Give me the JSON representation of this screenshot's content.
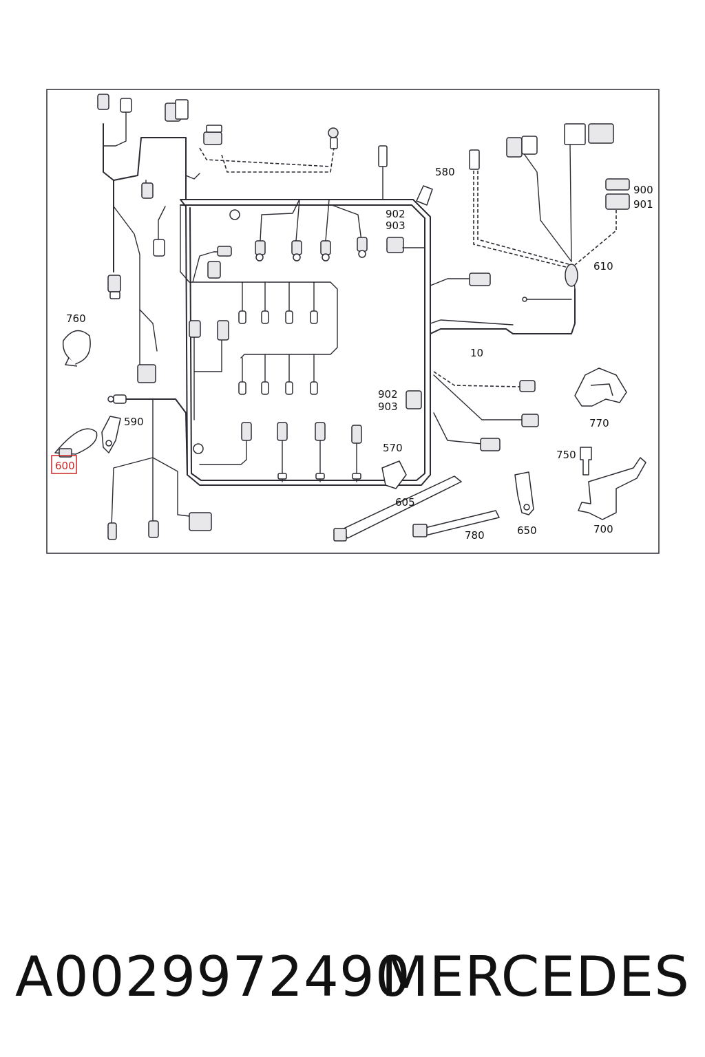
{
  "diagram": {
    "callouts": [
      "580",
      "900",
      "901",
      "902",
      "903",
      "610",
      "760",
      "10",
      "902",
      "903",
      "590",
      "770",
      "600",
      "570",
      "750",
      "605",
      "780",
      "650",
      "700"
    ],
    "highlight_color": "#cc2222",
    "highlighted_callout": "600"
  },
  "footer": {
    "part_number": "A0029972490",
    "brand": "MERCEDES"
  }
}
